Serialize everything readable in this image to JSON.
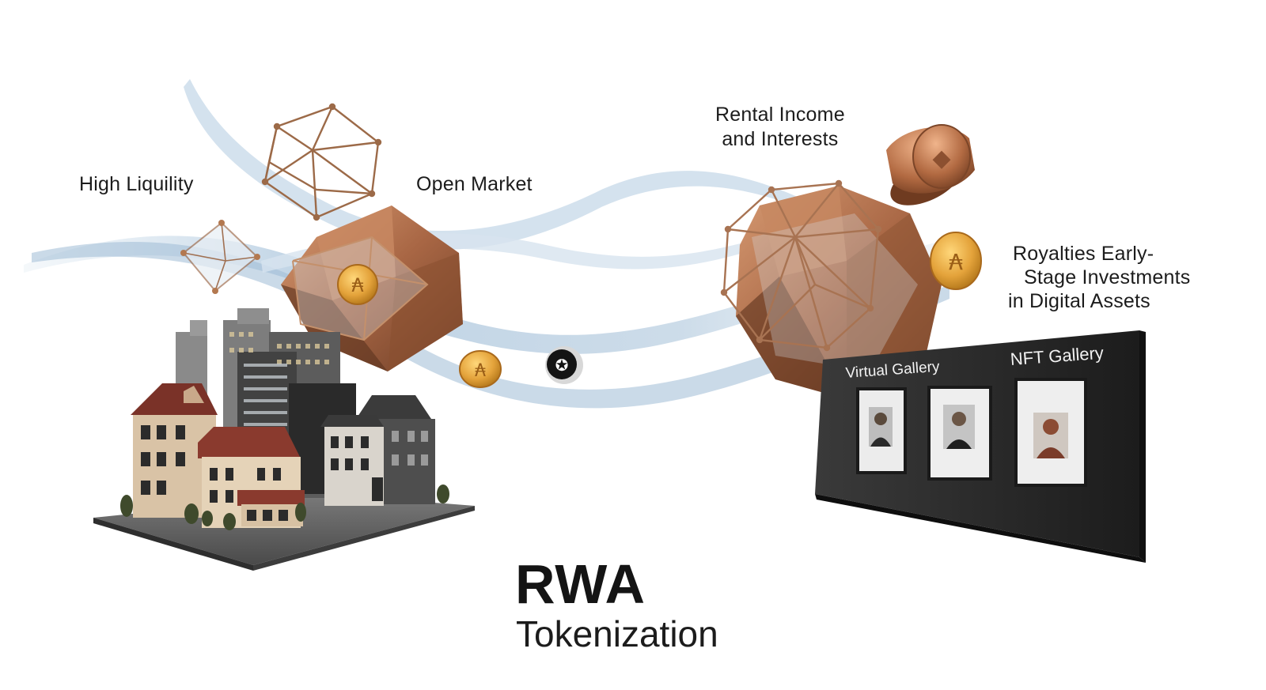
{
  "labels": {
    "high_liquidity": "High Liquility",
    "open_market": "Open Market",
    "rental_line1": "Rental Income",
    "rental_line2": "and Interests",
    "royalties_line1": "Royalties Early-",
    "royalties_line2": "Stage Investments",
    "royalties_line3": "in Digital Assets"
  },
  "gallery": {
    "left_title": "Virtual Gallery",
    "right_title": "NFT Gallery"
  },
  "title": {
    "main": "RWA",
    "sub": "Tokenization"
  },
  "colors": {
    "bronze": "#b0704a",
    "copper_wire": "#9c6a48",
    "ribbon": "#b9cfe2",
    "gallery_wall": "#262626",
    "coin_gold": "#e0a23a"
  },
  "icons": [
    "wireframe-polyhedron-icon",
    "gold-coin-icon",
    "bronze-token-icon",
    "black-token-icon",
    "building-icon",
    "picture-frame-icon"
  ]
}
